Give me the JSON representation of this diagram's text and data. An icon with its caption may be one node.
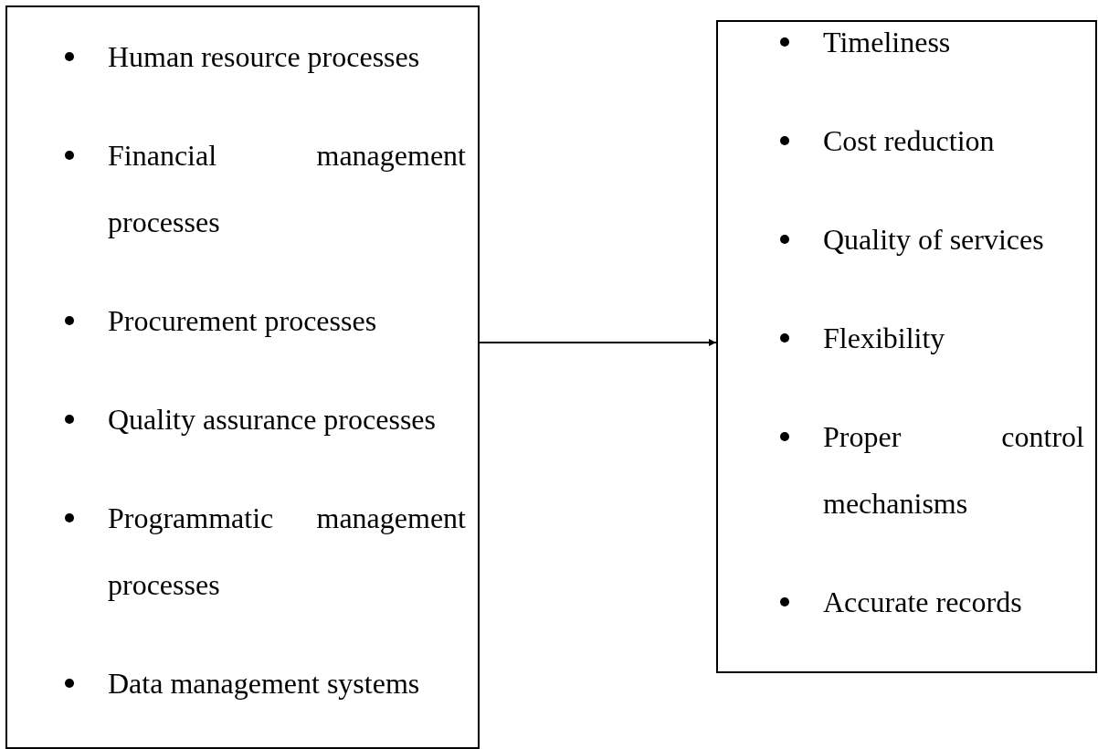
{
  "diagram": {
    "nodes": [
      {
        "text": [
          "Human resource processes",
          "Financial management processes",
          "Procurement processes",
          "Quality assurance processes",
          "Programmatic management processes",
          "Data management systems"
        ]
      },
      {
        "text": [
          "Timeliness",
          "Cost reduction",
          "Quality of services",
          "Flexibility",
          "Proper control mechanisms",
          "Accurate records"
        ]
      }
    ],
    "edges": [
      {
        "from": 0,
        "to": 1,
        "arrow": "to"
      }
    ]
  }
}
